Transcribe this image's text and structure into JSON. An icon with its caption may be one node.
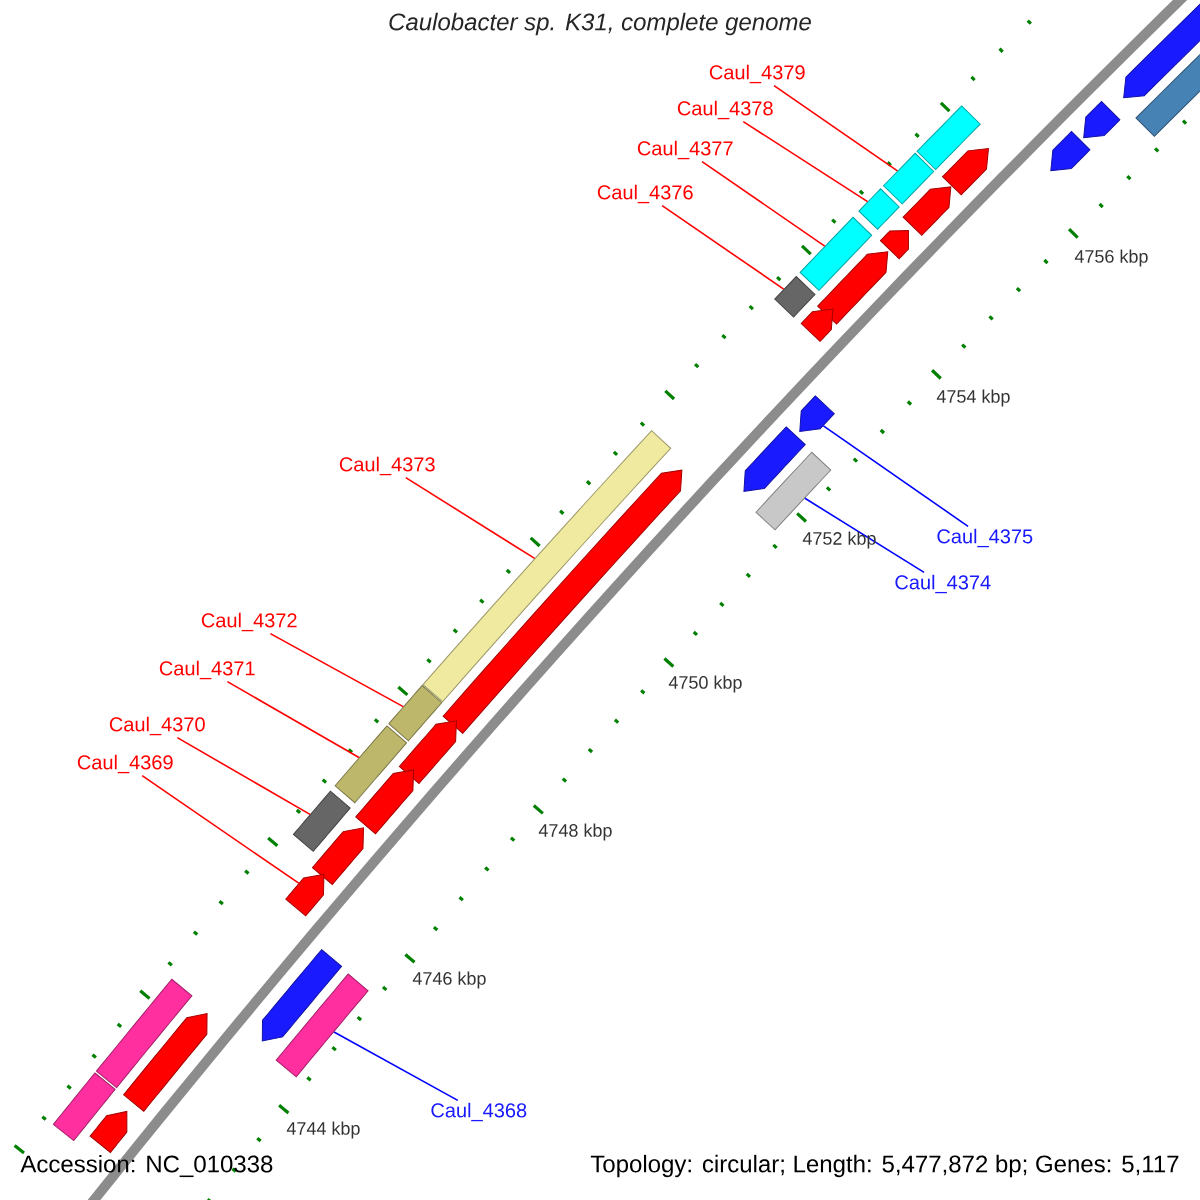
{
  "diagram": {
    "title": "Caulobacter sp. K31, complete genome",
    "nodes": [
      {
        "text": [
          "Caul_4379"
        ]
      },
      {
        "text": [
          "Caul_4378"
        ]
      },
      {
        "text": [
          "Caul_4377"
        ]
      },
      {
        "text": [
          "Caul_4376"
        ]
      },
      {
        "text": [],
        "shape": "bar"
      },
      {
        "text": [],
        "shape": "bar"
      },
      {
        "text": [],
        "shape": "bar"
      },
      {
        "text": [],
        "shape": "bar"
      },
      {
        "text": [],
        "shape": "bar"
      },
      {
        "text": [],
        "shape": "pentagon"
      },
      {
        "text": [],
        "shape": "pentagon"
      },
      {
        "text": [],
        "shape": "pentagon"
      },
      {
        "text": [],
        "shape": "pentagon"
      },
      {
        "text": [],
        "shape": "pentagon"
      },
      {
        "text": [],
        "shape": "pentagon"
      },
      {
        "text": [],
        "shape": "bar"
      },
      {
        "text": [],
        "shape": "pentagon"
      },
      {
        "text": [],
        "shape": "pentagon"
      },
      {
        "text": [],
        "shape": "pentagon"
      },
      {
        "text": [],
        "shape": "pentagon"
      },
      {
        "text": [],
        "shape": "bar"
      },
      {
        "text": [
          "Caul_4373"
        ]
      },
      {
        "text": [],
        "shape": "bar"
      },
      {
        "text": [],
        "shape": "pentagon"
      },
      {
        "text": [
          "Caul_4375"
        ]
      },
      {
        "text": [
          "Caul_4374"
        ]
      },
      {
        "text": [
          "Caul_4372"
        ]
      },
      {
        "text": [
          "Caul_4371"
        ]
      },
      {
        "text": [
          "Caul_4370"
        ]
      },
      {
        "text": [
          "Caul_4369"
        ]
      },
      {
        "text": [],
        "shape": "bar"
      },
      {
        "text": [],
        "shape": "bar"
      },
      {
        "text": [],
        "shape": "bar"
      },
      {
        "text": [],
        "shape": "pentagon"
      },
      {
        "text": [],
        "shape": "pentagon"
      },
      {
        "text": [],
        "shape": "pentagon"
      },
      {
        "text": [],
        "shape": "pentagon"
      },
      {
        "text": [],
        "shape": "pentagon"
      },
      {
        "text": [],
        "shape": "bar"
      },
      {
        "text": [
          "Caul_4368"
        ]
      },
      {
        "text": [],
        "shape": "bar"
      },
      {
        "text": [],
        "shape": "pentagon"
      },
      {
        "text": [],
        "shape": "bar"
      },
      {
        "text": [],
        "shape": "pentagon"
      }
    ],
    "edges": [
      {
        "from": 0,
        "to": 4,
        "arrow": "none"
      },
      {
        "from": 1,
        "to": 5,
        "arrow": "none"
      },
      {
        "from": 2,
        "to": 6,
        "arrow": "none"
      },
      {
        "from": 3,
        "to": 7,
        "arrow": "none"
      },
      {
        "from": 21,
        "to": 22,
        "arrow": "none"
      },
      {
        "from": 24,
        "to": 18,
        "arrow": "none",
        "color": "#0000ff"
      },
      {
        "from": 25,
        "to": 20,
        "arrow": "none",
        "color": "#0000ff"
      },
      {
        "from": 26,
        "to": 30,
        "arrow": "none"
      },
      {
        "from": 27,
        "to": 31,
        "arrow": "none"
      },
      {
        "from": 28,
        "to": 32,
        "arrow": "none"
      },
      {
        "from": 29,
        "to": 36,
        "arrow": "none"
      },
      {
        "from": 39,
        "to": 38,
        "arrow": "none",
        "color": "#0000ff"
      }
    ],
    "labels": [
      "4756 kbp",
      "4754 kbp",
      "4752 kbp",
      "4750 kbp",
      "4748 kbp",
      "4746 kbp",
      "4744 kbp",
      "Accession: NC_010338",
      "Topology: circular; Length: 5,477,872 bp; Genes: 5,117"
    ]
  }
}
